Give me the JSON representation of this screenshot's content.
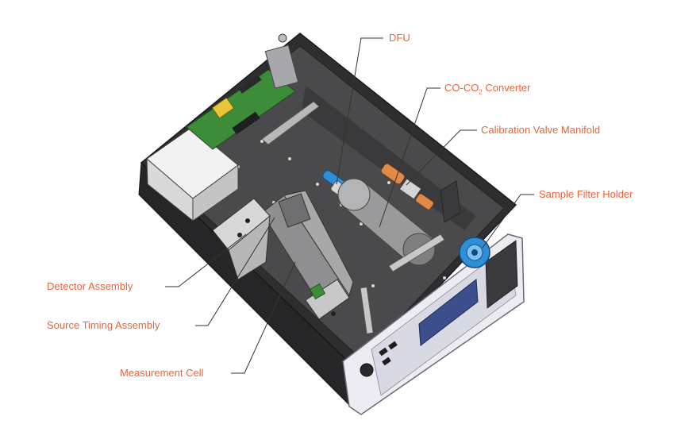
{
  "diagram": {
    "labels": {
      "dfu": "DFU",
      "converter_prefix": "CO-CO",
      "converter_sub": "2",
      "converter_suffix": " Converter",
      "valve_manifold": "Calibration Valve Manifold",
      "filter_holder": "Sample Filter Holder",
      "detector": "Detector Assembly",
      "source_timing": "Source Timing Assembly",
      "measurement_cell": "Measurement Cell"
    },
    "colors": {
      "callout_text": "#e8643c",
      "leader_line": "#333333",
      "chassis_dark": "#3b3b3d",
      "chassis_floor": "#505052",
      "pcb_green": "#3d8c3a",
      "front_panel": "#ececf2",
      "display_blue": "#3c4f8c",
      "filter_blue": "#2f8fd6",
      "converter_gray": "#9a9a9c",
      "copper": "#e08a4a"
    }
  }
}
